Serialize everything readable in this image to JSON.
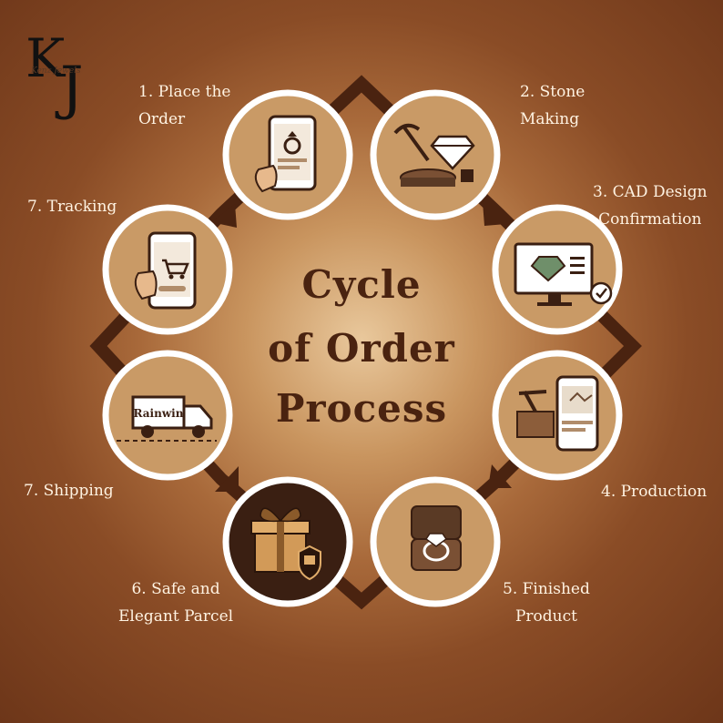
{
  "logo": {
    "monogram_left": "K",
    "monogram_right": "J",
    "script_text": "Kenz Jewels"
  },
  "title": {
    "line1": "Cycle",
    "line2": "of Order",
    "line3": "Process"
  },
  "steps": [
    {
      "label": "1. Place the\nOrder",
      "icon": "phone-ring-icon"
    },
    {
      "label": "2. Stone\nMaking",
      "icon": "diamond-tools-icon"
    },
    {
      "label": "3.  CAD Design\nConfirmation",
      "icon": "monitor-cad-icon"
    },
    {
      "label": "4. Production",
      "icon": "factory-phone-icon"
    },
    {
      "label": "5. Finished\nProduct",
      "icon": "ring-box-icon"
    },
    {
      "label": "6. Safe and\nElegant Parcel",
      "icon": "gift-lock-icon"
    },
    {
      "label": "7. Shipping",
      "icon": "truck-icon",
      "truck_text": "Rainwin"
    },
    {
      "label": "7. Tracking",
      "icon": "phone-cart-icon"
    }
  ],
  "colors": {
    "ring": "#4a2310",
    "circle_fill": "#c99a66",
    "circle_dark_fill": "#3a1f12",
    "circle_border": "#ffffff",
    "title_text": "#4a2310",
    "label_text": "#fff3e2"
  }
}
